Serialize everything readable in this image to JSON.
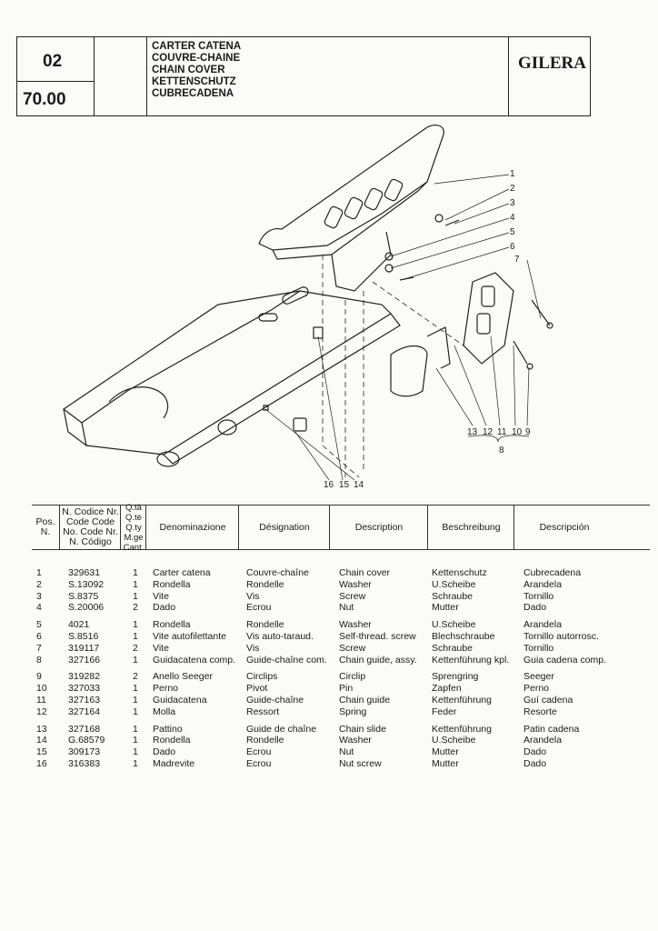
{
  "header": {
    "group": "02",
    "page": "70.00",
    "titles": [
      "CARTER CATENA",
      "COUVRE-CHAINE",
      "CHAIN COVER",
      "KETTENSCHUTZ",
      "CUBRECADENA"
    ],
    "brand": "GILERA"
  },
  "diagram": {
    "callouts_right": [
      "1",
      "2",
      "3",
      "4",
      "5",
      "6",
      "7"
    ],
    "callouts_bottom_right": [
      "13",
      "12",
      "11",
      "10",
      "9"
    ],
    "callout_group": "8",
    "callouts_bottom": [
      "16",
      "15",
      "14"
    ]
  },
  "table": {
    "headers": {
      "pos": "Pos. N.",
      "code": "N. Codice Nr. Code Code No. Code Nr. N. Código",
      "qty": "Q.tà Q.té Q.ty M.ge Cant.",
      "it": "Denominazione",
      "fr": "Désignation",
      "en": "Description",
      "de": "Beschreibung",
      "es": "Descripción"
    },
    "rows": [
      {
        "pos": "1",
        "code": "329631",
        "qty": "1",
        "it": "Carter catena",
        "fr": "Couvre-chaîne",
        "en": "Chain cover",
        "de": "Kettenschutz",
        "es": "Cubrecadena"
      },
      {
        "pos": "2",
        "code": "S.13092",
        "qty": "1",
        "it": "Rondella",
        "fr": "Rondelle",
        "en": "Washer",
        "de": "U.Scheibe",
        "es": "Arandela"
      },
      {
        "pos": "3",
        "code": "S.8375",
        "qty": "1",
        "it": "Vite",
        "fr": "Vis",
        "en": "Screw",
        "de": "Schraube",
        "es": "Tornillo"
      },
      {
        "pos": "4",
        "code": "S.20006",
        "qty": "2",
        "it": "Dado",
        "fr": "Ecrou",
        "en": "Nut",
        "de": "Mutter",
        "es": "Dado"
      },
      {
        "pos": "5",
        "code": "4021",
        "qty": "1",
        "it": "Rondella",
        "fr": "Rondelle",
        "en": "Washer",
        "de": "U.Scheibe",
        "es": "Arandela"
      },
      {
        "pos": "6",
        "code": "S.8516",
        "qty": "1",
        "it": "Vite autofilettante",
        "fr": "Vis auto-taraud.",
        "en": "Self-thread. screw",
        "de": "Blechschraube",
        "es": "Tornillo autorrosc."
      },
      {
        "pos": "7",
        "code": "319117",
        "qty": "2",
        "it": "Vite",
        "fr": "Vis",
        "en": "Screw",
        "de": "Schraube",
        "es": "Tornillo"
      },
      {
        "pos": "8",
        "code": "327166",
        "qty": "1",
        "it": "Guidacatena comp.",
        "fr": "Guide-chaîne com.",
        "en": "Chain guide, assy.",
        "de": "Kettenführung kpl.",
        "es": "Guia cadena comp."
      },
      {
        "pos": "9",
        "code": "319282",
        "qty": "2",
        "it": "Anello Seeger",
        "fr": "Circlips",
        "en": "Circlip",
        "de": "Sprengring",
        "es": "Seeger"
      },
      {
        "pos": "10",
        "code": "327033",
        "qty": "1",
        "it": "Perno",
        "fr": "Pivot",
        "en": "Pin",
        "de": "Zapfen",
        "es": "Perno"
      },
      {
        "pos": "11",
        "code": "327163",
        "qty": "1",
        "it": "Guidacatena",
        "fr": "Guide-chaîne",
        "en": "Chain guide",
        "de": "Kettenführung",
        "es": "Guí cadena"
      },
      {
        "pos": "12",
        "code": "327164",
        "qty": "1",
        "it": "Molla",
        "fr": "Ressort",
        "en": "Spring",
        "de": "Feder",
        "es": "Resorte"
      },
      {
        "pos": "13",
        "code": "327168",
        "qty": "1",
        "it": "Pattino",
        "fr": "Guide de chaîne",
        "en": "Chain slide",
        "de": "Kettenführung",
        "es": "Patin cadena"
      },
      {
        "pos": "14",
        "code": "G.68579",
        "qty": "1",
        "it": "Rondella",
        "fr": "Rondelle",
        "en": "Washer",
        "de": "U.Scheibe",
        "es": "Arandela"
      },
      {
        "pos": "15",
        "code": "309173",
        "qty": "1",
        "it": "Dado",
        "fr": "Ecrou",
        "en": "Nut",
        "de": "Mutter",
        "es": "Dado"
      },
      {
        "pos": "16",
        "code": "316383",
        "qty": "1",
        "it": "Madrevite",
        "fr": "Ecrou",
        "en": "Nut screw",
        "de": "Mutter",
        "es": "Dado"
      }
    ]
  }
}
